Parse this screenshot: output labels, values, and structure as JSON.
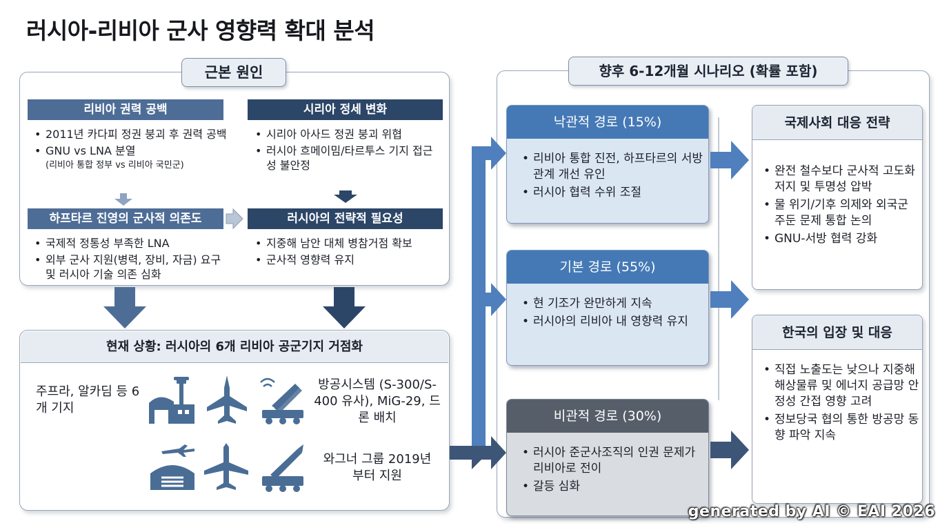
{
  "title": "러시아-리비아 군사 영향력 확대 분석",
  "root_causes": {
    "label": "근본 원인",
    "libya_vacuum": {
      "header": "리비아 권력 공백",
      "bullets": [
        "2011년 카다피 정권 붕괴 후 권력 공백",
        "GNU vs LNA 분열"
      ],
      "note": "(리비아 통합 정부 vs 리비아 국민군)"
    },
    "syria": {
      "header": "시리아 정세 변화",
      "bullets": [
        "시리아 아사드 정권 붕괴 위협",
        "러시아 흐메이밈/타르투스 기지 접근성 불안정"
      ]
    },
    "haftar": {
      "header": "하프타르 진영의 군사적 의존도",
      "bullets": [
        "국제적 정통성 부족한 LNA",
        "외부 군사 지원(병력, 장비, 자금) 요구 및 러시아 기술 의존 심화"
      ]
    },
    "russia_need": {
      "header": "러시아의 전략적 필요성",
      "bullets": [
        "지중해 남안 대체 병참거점 확보",
        "군사적 영향력 유지"
      ]
    }
  },
  "current": {
    "header": "현재 상황: 러시아의 6개 리비아 공군기지 거점화",
    "bases": "주프라, 알카딤 등 6개 기지",
    "air_defense": "방공시스템 (S-300/S-400 유사), MiG-29, 드론 배치",
    "wagner": "와그너 그룹 2019년부터 지원"
  },
  "scenarios": {
    "label": "향후 6-12개월 시나리오 (확률 포함)",
    "optimistic": {
      "header": "낙관적 경로 (15%)",
      "bullets": [
        "리비아 통합 진전, 하프타르의 서방 관계 개선 유인",
        "러시아 협력 수위 조절"
      ]
    },
    "base": {
      "header": "기본 경로 (55%)",
      "bullets": [
        "현 기조가 완만하게 지속",
        "러시아의 리비아 내 영향력 유지"
      ]
    },
    "pessimistic": {
      "header": "비관적 경로 (30%)",
      "bullets": [
        "러시아 준군사조직의 인권 문제가 리비아로 전이",
        "갈등 심화"
      ]
    }
  },
  "responses": {
    "international": {
      "header": "국제사회 대응 전략",
      "bullets": [
        "완전 철수보다 군사적 고도화 저지 및 투명성 압박",
        "물 위기/기후 의제와 외국군 주둔 문제 통합 논의",
        "GNU-서방 협력 강화"
      ]
    },
    "korea": {
      "header": "한국의 입장 및 대응",
      "bullets": [
        "직접 노출도는 낮으나 지중해 해상물류 및 에너지 공급망 안정성 간접 영향 고려",
        "정보당국 협의 통한 방공망 동향 파악 지속"
      ]
    }
  },
  "watermark": "generated by AI © EAI 2026",
  "colors": {
    "steel_blue": "#4e6d96",
    "navy": "#2c4668",
    "scenario_blue": "#4579b6",
    "scenario_grey": "#555e69",
    "arrow_blue": "#4f7fbd",
    "icon": "#4a6d95"
  }
}
